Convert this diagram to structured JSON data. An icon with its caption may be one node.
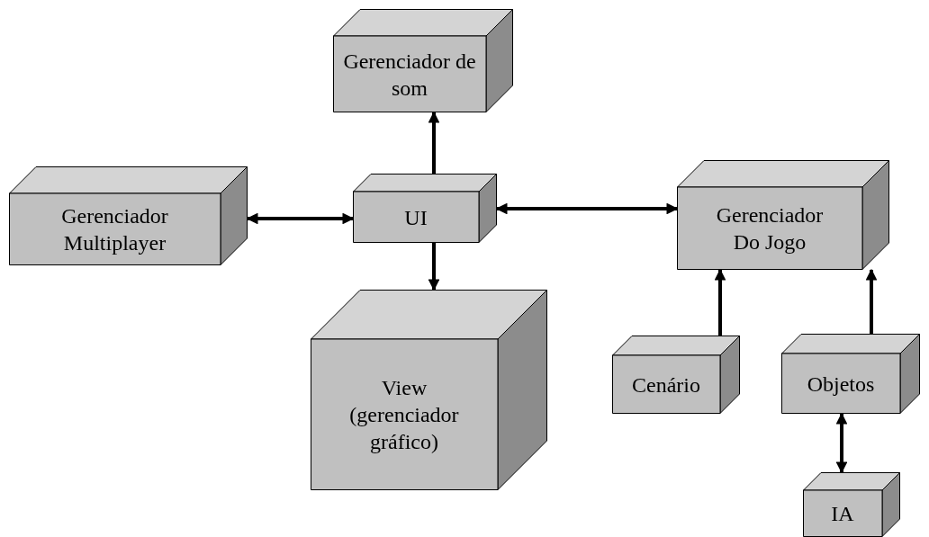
{
  "diagram": {
    "nodes": [
      {
        "text": [
          "Gerenciador de som"
        ]
      },
      {
        "text": [
          "Gerenciador Multiplayer"
        ]
      },
      {
        "text": [
          "UI"
        ]
      },
      {
        "text": [
          "Gerenciador Do Jogo"
        ]
      },
      {
        "text": [
          "View (gerenciador gráfico)"
        ]
      },
      {
        "text": [
          "Cenário"
        ]
      },
      {
        "text": [
          "Objetos"
        ]
      },
      {
        "text": [
          "IA"
        ]
      }
    ],
    "edges": [
      {
        "from": 2,
        "to": 0,
        "arrow": "to"
      },
      {
        "from": 1,
        "to": 2,
        "arrow": "both"
      },
      {
        "from": 2,
        "to": 3,
        "arrow": "both"
      },
      {
        "from": 2,
        "to": 4,
        "arrow": "to"
      },
      {
        "from": 5,
        "to": 3,
        "arrow": "to"
      },
      {
        "from": 6,
        "to": 3,
        "arrow": "to"
      },
      {
        "from": 6,
        "to": 7,
        "arrow": "both"
      }
    ]
  }
}
